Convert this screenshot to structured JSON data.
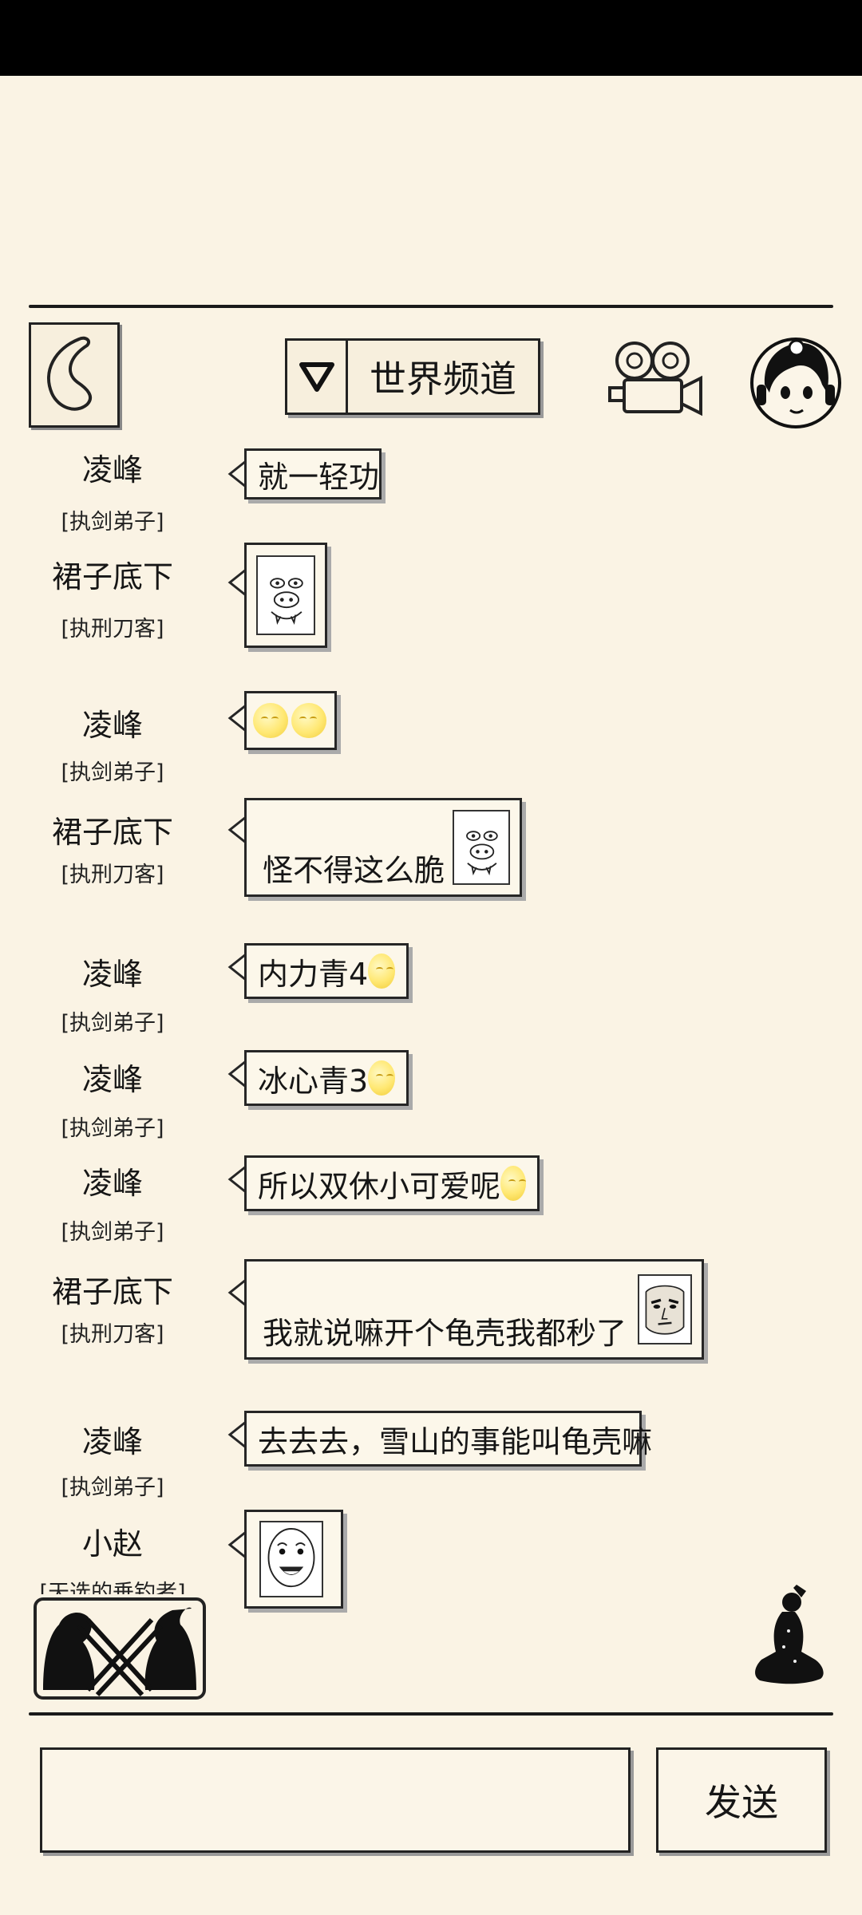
{
  "header": {
    "channel_title": "世界频道"
  },
  "messages": [
    {
      "sender": "凌峰",
      "title": "[执剑弟子]",
      "text": "就一轻功"
    },
    {
      "sender": "裙子底下",
      "title": "[执刑刀客]",
      "text": "",
      "sticker": "pig-face-sticker"
    },
    {
      "sender": "凌峰",
      "title": "[执剑弟子]",
      "text": "",
      "emoji": "moon-face-emoji x2"
    },
    {
      "sender": "裙子底下",
      "title": "[执刑刀客]",
      "text": "怪不得这么脆",
      "sticker": "pig-face-sticker"
    },
    {
      "sender": "凌峰",
      "title": "[执剑弟子]",
      "text": "内力青4",
      "emoji": "moon-face-emoji"
    },
    {
      "sender": "凌峰",
      "title": "[执剑弟子]",
      "text": "冰心青3",
      "emoji": "moon-face-emoji"
    },
    {
      "sender": "凌峰",
      "title": "[执剑弟子]",
      "text": "所以双休小可爱呢",
      "emoji": "moon-face-emoji"
    },
    {
      "sender": "裙子底下",
      "title": "[执刑刀客]",
      "text": "我就说嘛开个龟壳我都秒了",
      "sticker": "smug-face-sticker"
    },
    {
      "sender": "凌峰",
      "title": "[执剑弟子]",
      "text": "去去去，雪山的事能叫龟壳嘛"
    },
    {
      "sender": "小赵",
      "title": "[天选的垂钓者]",
      "text": "",
      "sticker": "laughing-face-sticker"
    }
  ],
  "composer": {
    "input_value": "",
    "send_label": "发送"
  }
}
